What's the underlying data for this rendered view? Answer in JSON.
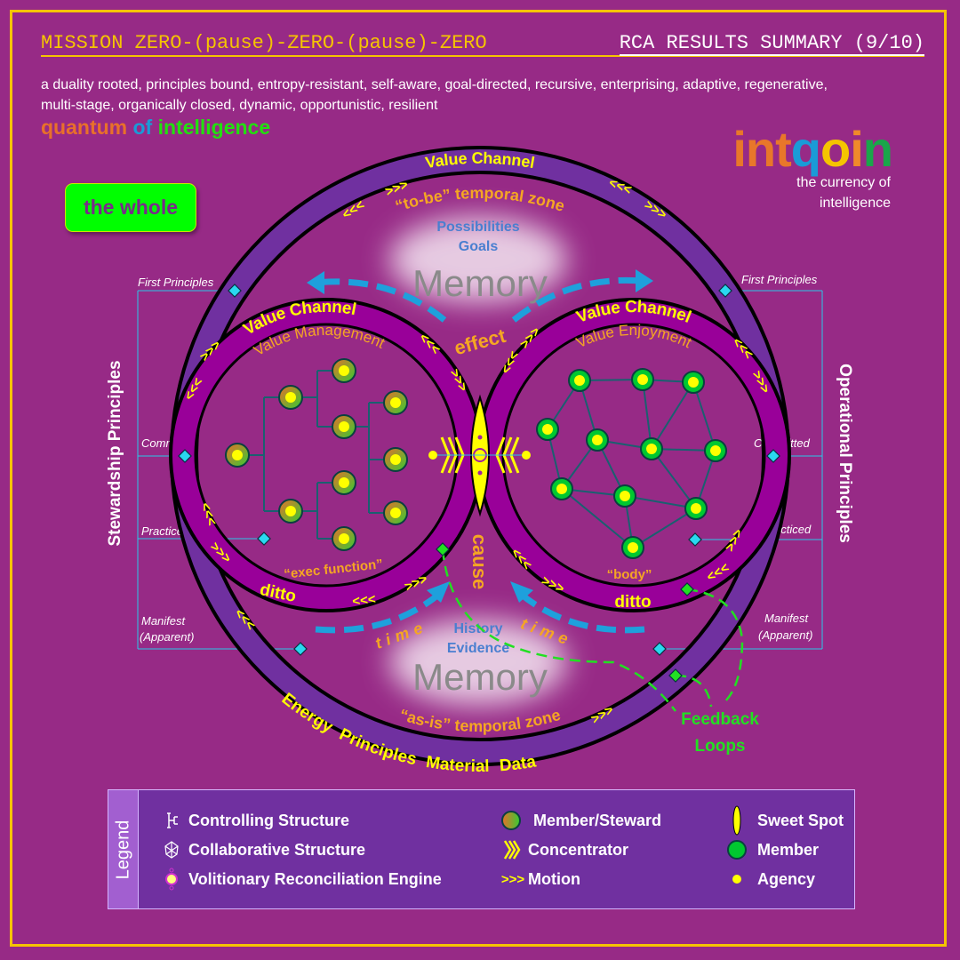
{
  "header": {
    "title_left": "MISSION ZERO-(pause)-ZERO-(pause)-ZERO",
    "title_right": "RCA RESULTS SUMMARY (9/10)"
  },
  "description": "a duality rooted, principles bound, entropy-resistant, self-aware, goal-directed, recursive, enterprising, adaptive, regenerative, multi-stage, organically closed, dynamic, opportunistic, resilient",
  "quantum": {
    "w1": "quantum",
    "w2": "of",
    "w3": "intelligence"
  },
  "logo": {
    "letters": [
      "i",
      "n",
      "t",
      "q",
      "o",
      "i",
      "n"
    ],
    "tagline1": "the currency of",
    "tagline2": "intelligence"
  },
  "whole_button": "the whole",
  "side_labels": {
    "left": "Stewardship Principles",
    "right": "Operational Principles"
  },
  "principle_levels": {
    "first": "First Principles",
    "committed": "Committed",
    "practiced": "Practiced",
    "manifest1": "Manifest",
    "manifest2": "(Apparent)"
  },
  "diagram": {
    "outer_top": "Value Channel",
    "outer_bottom": "Energy   Principles   Material   Data",
    "to_be": "“to-be” temporal zone",
    "as_is": "“as-is” temporal zone",
    "memory": "Memory",
    "possibilities": "Possibilities",
    "goals": "Goals",
    "history": "History",
    "evidence": "Evidence",
    "left_channel": "Value Channel",
    "left_title": "Value Management",
    "left_ditto": "ditto",
    "left_caption": "“exec function”",
    "right_channel": "Value Channel",
    "right_title": "Value Enjoyment",
    "right_ditto": "ditto",
    "right_caption": "“body”",
    "effect": "effect",
    "cause": "cause",
    "time": "time",
    "feedback1": "Feedback",
    "feedback2": "Loops",
    "motion_in": "<<<",
    "motion_out": ">>>"
  },
  "legend": {
    "title": "Legend",
    "items": [
      {
        "icon": "controlling-structure-icon",
        "label": "Controlling Structure"
      },
      {
        "icon": "collaborative-structure-icon",
        "label": "Collaborative Structure"
      },
      {
        "icon": "volitionary-engine-icon",
        "label": "Volitionary Reconciliation Engine"
      },
      {
        "icon": "member-steward-icon",
        "label": "Member/Steward"
      },
      {
        "icon": "concentrator-icon",
        "label": "Concentrator"
      },
      {
        "icon": "motion-icon",
        "label": "Motion",
        "glyph": ">>>"
      },
      {
        "icon": "sweet-spot-icon",
        "label": "Sweet Spot"
      },
      {
        "icon": "member-icon",
        "label": "Member"
      },
      {
        "icon": "agency-icon",
        "label": "Agency"
      }
    ]
  },
  "colors": {
    "background": "#972a86",
    "gold": "#f5c400",
    "outer_band": "#7030a0",
    "inner_band": "#990099",
    "yellow": "#ffff00",
    "orange": "#f5a623",
    "blue": "#1ea0dc",
    "green": "#22e022"
  }
}
